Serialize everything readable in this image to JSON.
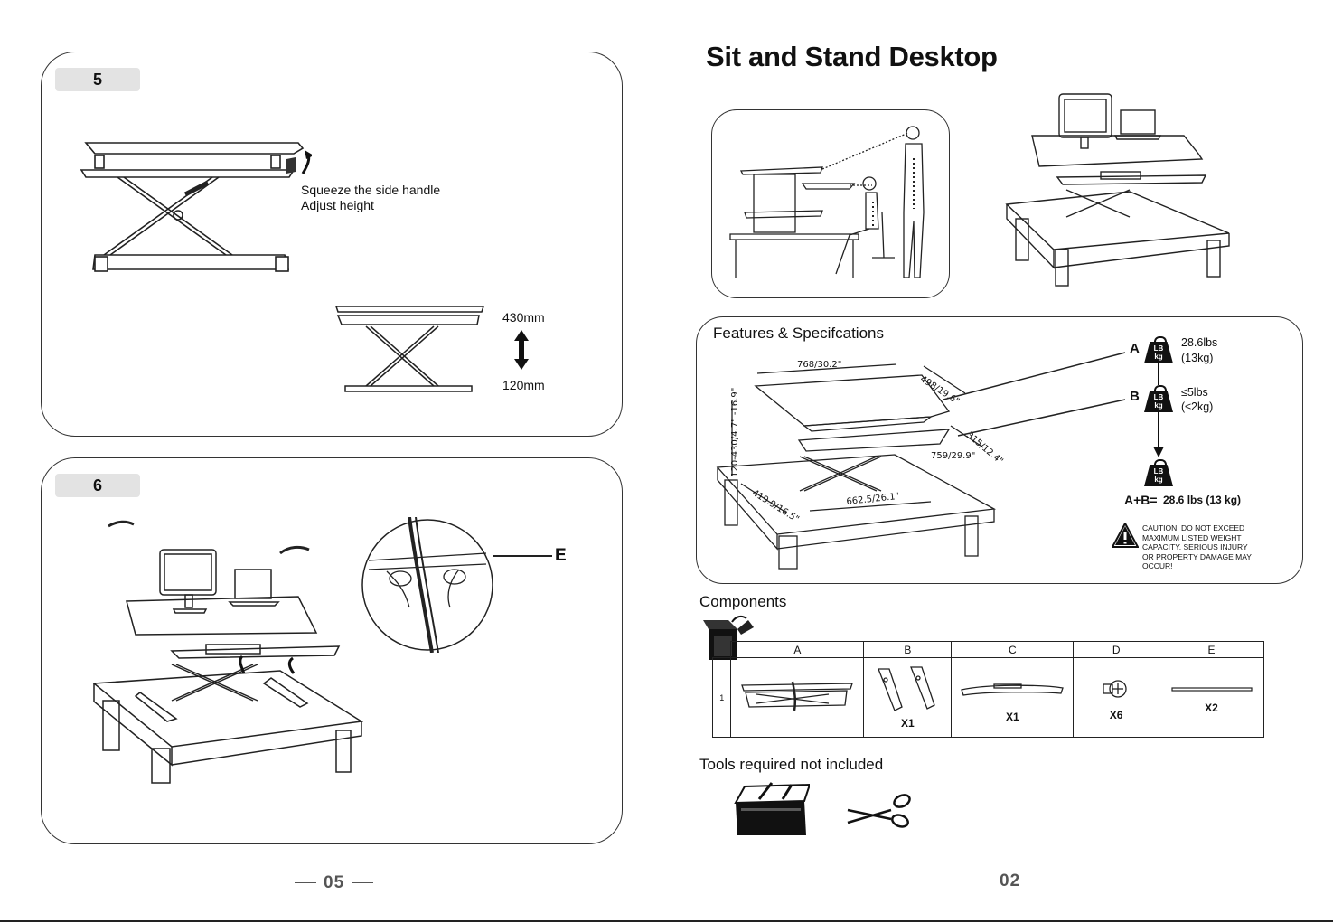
{
  "left_page": {
    "step5": {
      "badge": "5",
      "instruction_line1": "Squeeze the side handle",
      "instruction_line2": "Adjust height",
      "height_max": "430mm",
      "height_min": "120mm"
    },
    "step6": {
      "badge": "6",
      "callout_label": "E"
    },
    "page_number": "05"
  },
  "right_page": {
    "title": "Sit and Stand Desktop",
    "features": {
      "heading": "Features & Specifcations",
      "dims": {
        "top_width": "768/30.2\"",
        "top_depth": "498/19.6\"",
        "height_range": "120-430/4.7\" -16.9\"",
        "keyboard_depth": "315/12.4\"",
        "keyboard_width": "759/29.9\"",
        "base_depth": "419.9/16.5\"",
        "base_width": "662.5/26.1\""
      },
      "load_a_label": "A",
      "load_a_lbs": "28.6lbs",
      "load_a_kg": "(13kg)",
      "load_b_label": "B",
      "load_b_lbs": "≤5lbs",
      "load_b_kg": "(≤2kg)",
      "weight_icon_top": "LB",
      "weight_icon_bottom": "kg",
      "total_label": "A+B=",
      "total_value": "28.6 lbs (13 kg)",
      "caution_lines": [
        "CAUTION:  DO NOT EXCEED",
        "MAXIMUM LISTED WEIGHT",
        "CAPACITY. SERIOUS INJURY",
        "OR PROPERTY DAMAGE MAY",
        "OCCUR!"
      ]
    },
    "components": {
      "heading": "Components",
      "columns": [
        "A",
        "B",
        "C",
        "D",
        "E"
      ],
      "row_number": "1",
      "quantities": [
        "",
        "X1",
        "X1",
        "X6",
        "X2"
      ]
    },
    "tools": {
      "heading": "Tools required not included"
    },
    "page_number": "02"
  }
}
